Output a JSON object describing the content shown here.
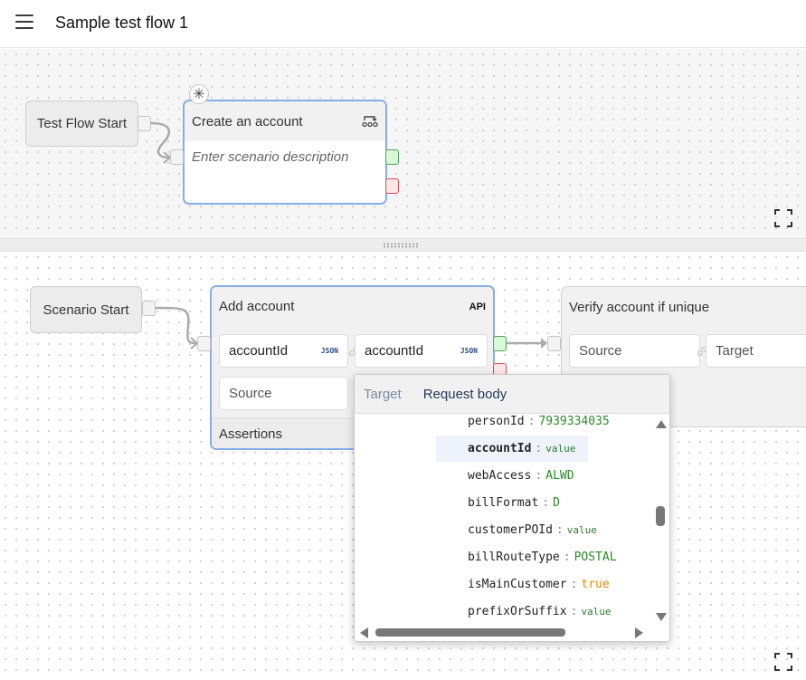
{
  "header": {
    "title": "Sample test flow 1",
    "menu_icon": "hamburger-menu-icon"
  },
  "flow": {
    "start_label": "Test Flow Start",
    "scenario": {
      "title": "Create an account",
      "description_placeholder": "Enter scenario description",
      "scenario_icon": "scenario-flow-icon",
      "asterisk_icon": "asterisk-icon"
    }
  },
  "scenario_editor": {
    "start_label": "Scenario Start",
    "steps": [
      {
        "title": "Add account",
        "badge": "API",
        "output_field": "accountId",
        "output_tag": "JSON",
        "target_field": "accountId",
        "target_tag": "JSON",
        "source_field": "Source",
        "assertions_label": "Assertions"
      },
      {
        "title": "Verify account if unique",
        "source_field": "Source",
        "target_field": "Target"
      }
    ]
  },
  "dropdown": {
    "tabs": [
      "Target",
      "Request body"
    ],
    "active_tab": "Request body",
    "items": [
      {
        "key": "personId",
        "value": "7939334035",
        "style": "green"
      },
      {
        "key": "accountId",
        "value": "value",
        "style": "green-small",
        "selected": true
      },
      {
        "key": "webAccess",
        "value": "ALWD",
        "style": "green"
      },
      {
        "key": "billFormat",
        "value": "D",
        "style": "green"
      },
      {
        "key": "customerPOId",
        "value": "value",
        "style": "green-small"
      },
      {
        "key": "billRouteType",
        "value": "POSTAL",
        "style": "green"
      },
      {
        "key": "isMainCustomer",
        "value": "true",
        "style": "orange"
      },
      {
        "key": "prefixOrSuffix",
        "value": "value",
        "style": "green-small"
      }
    ]
  },
  "colors": {
    "accent_border": "#86aee6",
    "success_port": "#58a058",
    "error_port": "#e04a5a"
  }
}
